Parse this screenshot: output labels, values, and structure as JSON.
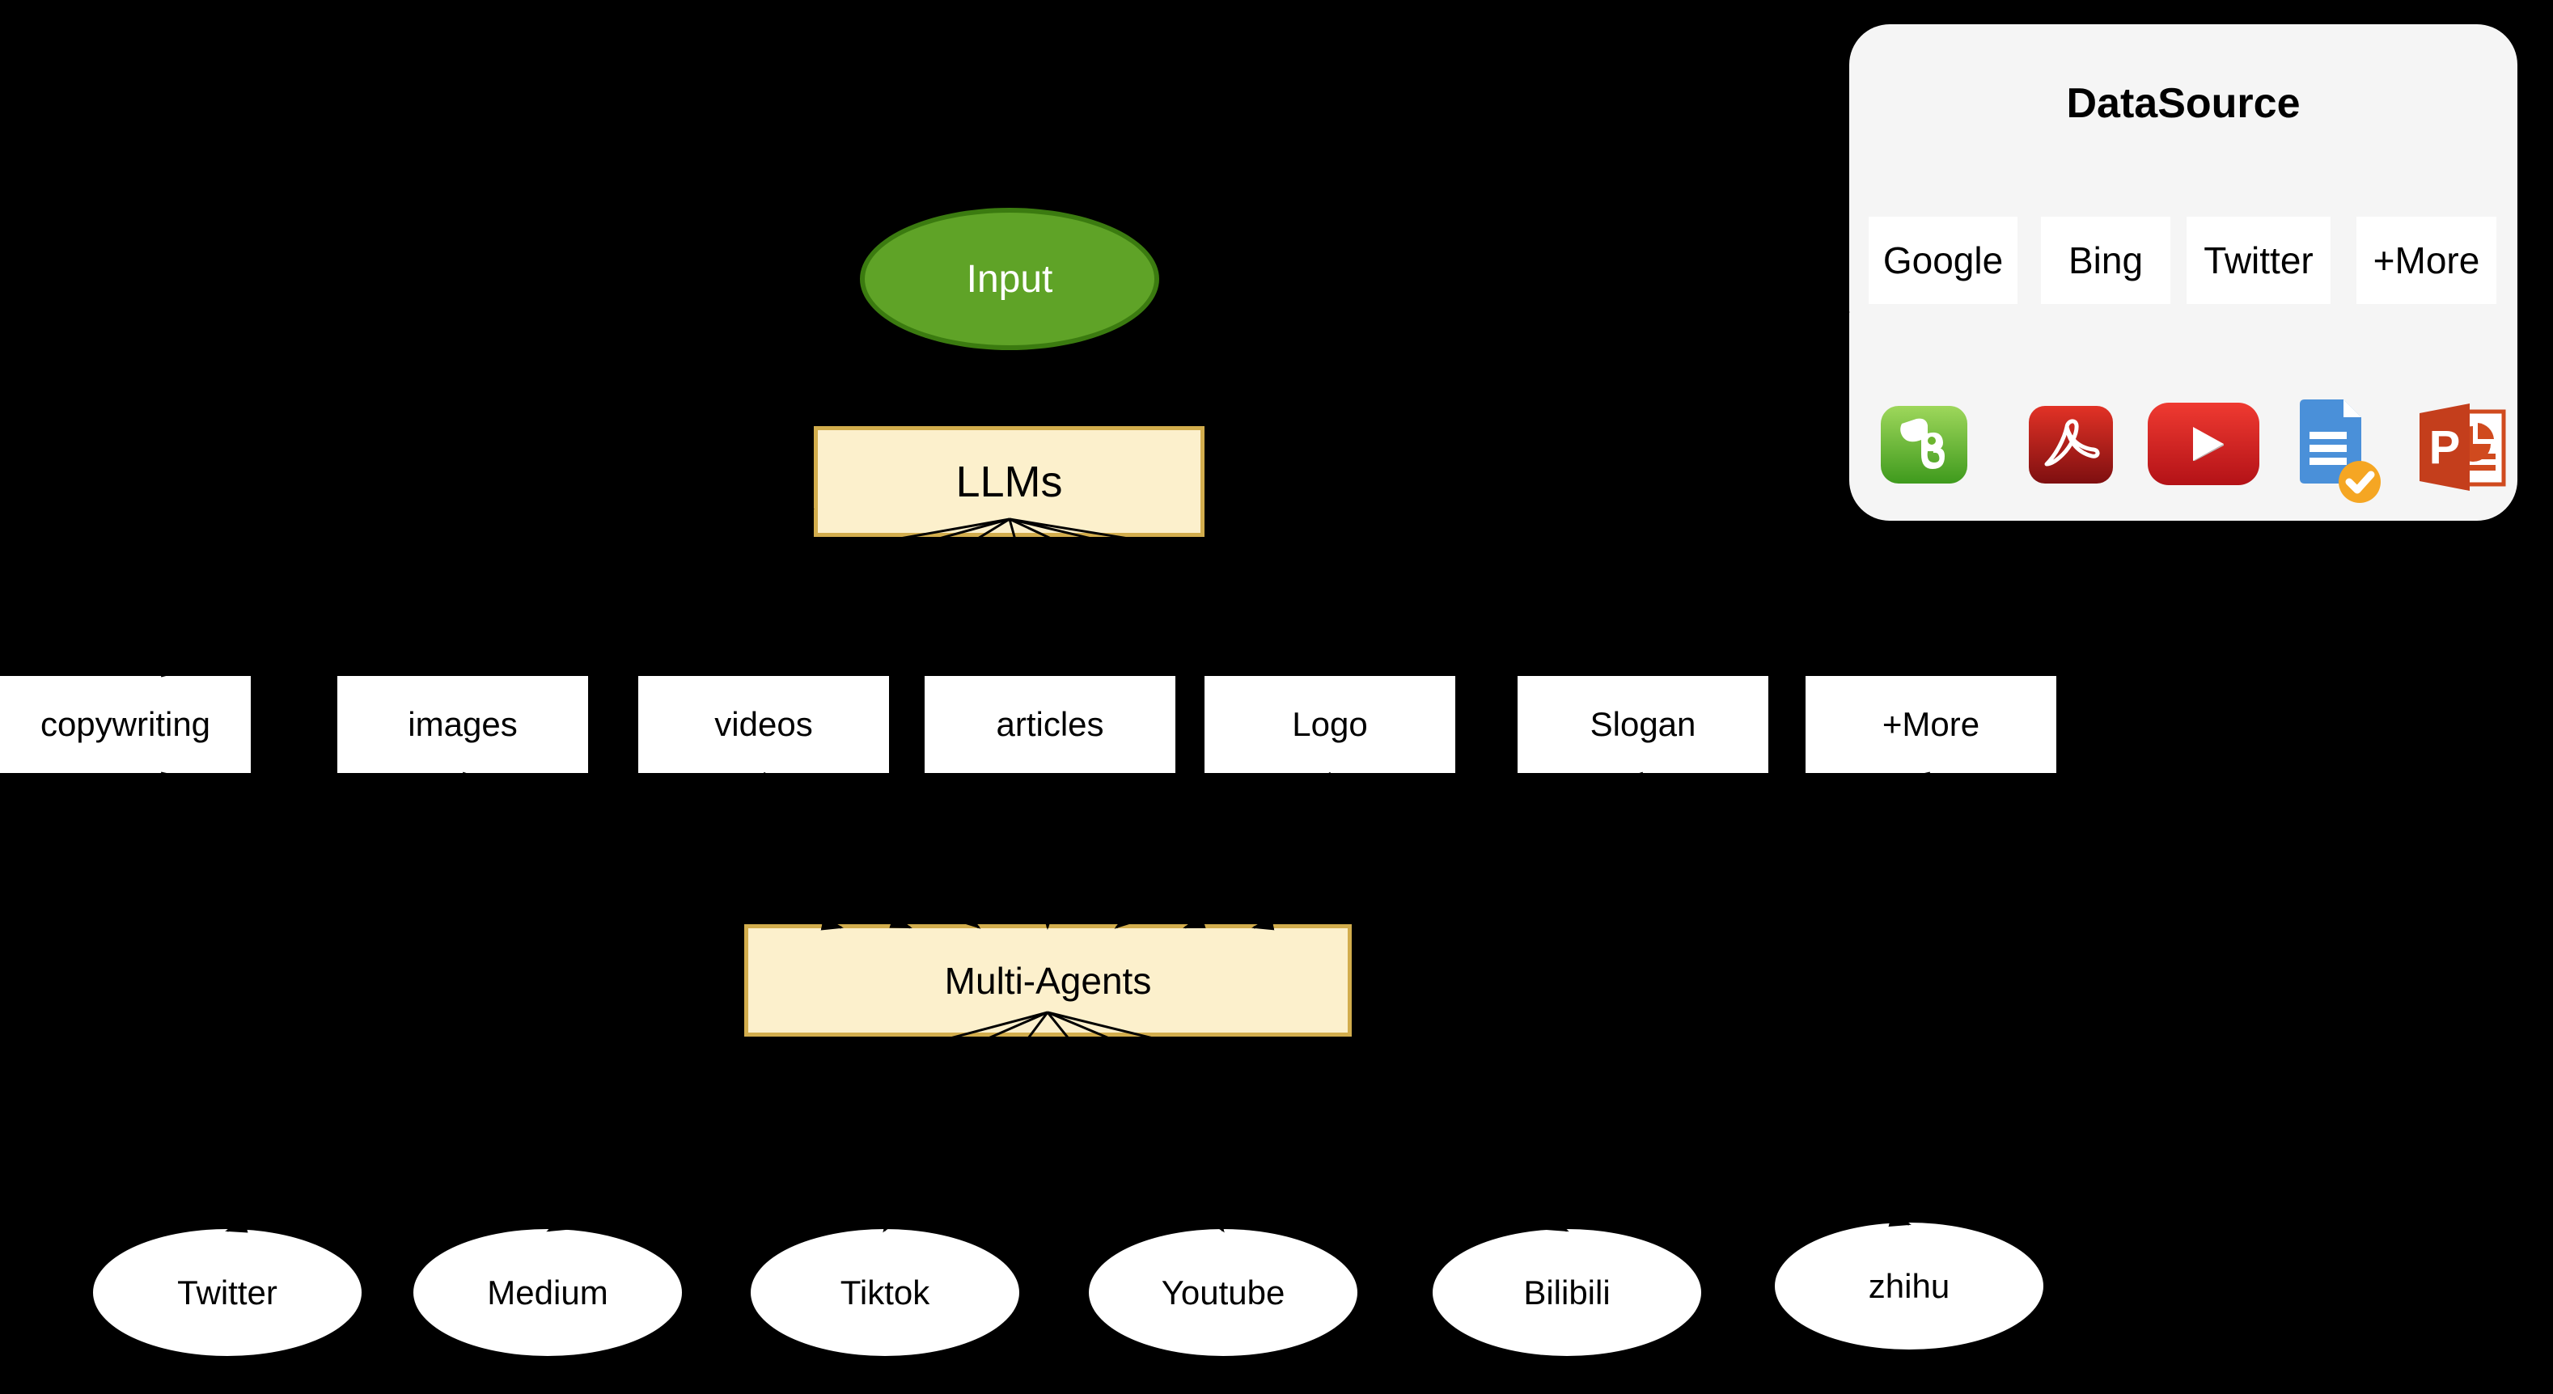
{
  "diagram": {
    "input": {
      "label": "Input"
    },
    "llms": {
      "label": "LLMs"
    },
    "outputs": [
      {
        "label": "copywriting"
      },
      {
        "label": "images"
      },
      {
        "label": "videos"
      },
      {
        "label": "articles"
      },
      {
        "label": "Logo"
      },
      {
        "label": "Slogan"
      },
      {
        "label": "+More"
      }
    ],
    "multi_agents": {
      "label": "Multi-Agents"
    },
    "platforms": [
      {
        "label": "Twitter"
      },
      {
        "label": "Medium"
      },
      {
        "label": "Tiktok"
      },
      {
        "label": "Youtube"
      },
      {
        "label": "Bilibili"
      },
      {
        "label": "zhihu"
      }
    ],
    "datasource": {
      "title": "DataSource",
      "sources": [
        {
          "label": "Google"
        },
        {
          "label": "Bing"
        },
        {
          "label": "Twitter"
        },
        {
          "label": "+More"
        }
      ],
      "icons": [
        {
          "name": "evernote-icon"
        },
        {
          "name": "adobe-pdf-icon"
        },
        {
          "name": "youtube-icon"
        },
        {
          "name": "google-docs-icon"
        },
        {
          "name": "powerpoint-icon"
        }
      ]
    }
  },
  "colors": {
    "bg": "#000000",
    "green": "#5fa327",
    "green_border": "#3b7b10",
    "cream": "#fcf0cc",
    "cream_border": "#d2ad4d",
    "panel": "#f5f5f5",
    "arrow": "#000000",
    "evernote_green": "#5cb02c",
    "pdf_red": "#c01f1f",
    "youtube_red": "#dd2420",
    "docs_blue": "#4a90d9",
    "docs_check_orange": "#f5a623",
    "ppt_orange": "#d04a1e"
  }
}
